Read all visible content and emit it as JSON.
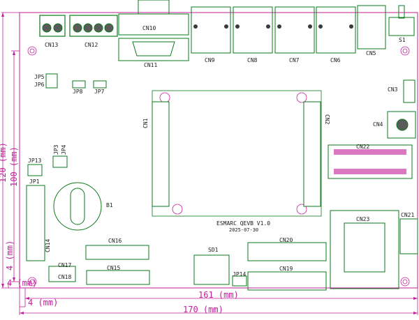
{
  "board": {
    "title": "ESMARC QEVB V1.0",
    "date": "2025-07-30",
    "colors": {
      "outline": "#c21f9a",
      "silk": "#0a7a1a",
      "pad": "#3a3a3a",
      "dark": "#2a2a2a",
      "red": "#e02020"
    }
  },
  "dimensions": {
    "width_total": "170 (mm)",
    "width_inner": "161 (mm)",
    "left_offset": "4 (mm)",
    "height_total": "120 (mm)",
    "height_inner": "100 (mm)",
    "bottom_offset": "4 (mm)",
    "left_small": "4 (mm)"
  },
  "connectors": {
    "cn1": "CN1",
    "cn2": "CN2",
    "cn3": "CN3",
    "cn4": "CN4",
    "cn5": "CN5",
    "cn6": "CN6",
    "cn7": "CN7",
    "cn8": "CN8",
    "cn9": "CN9",
    "cn10": "CN10",
    "cn11": "CN11",
    "cn12": "CN12",
    "cn13": "CN13",
    "cn14": "CN14",
    "cn15": "CN15",
    "cn16": "CN16",
    "cn17": "CN17",
    "cn18": "CN18",
    "cn19": "CN19",
    "cn20": "CN20",
    "cn21": "CN21",
    "cn22": "CN22",
    "cn23": "CN23"
  },
  "jumpers": {
    "jp1": "JP1",
    "jp3": "JP3",
    "jp4": "JP4",
    "jp5": "JP5",
    "jp6": "JP6",
    "jp7": "JP7",
    "jp8": "JP8",
    "jp13": "JP13",
    "jp14": "JP14"
  },
  "others": {
    "b1": "B1",
    "s1": "S1",
    "sd1": "SD1"
  }
}
